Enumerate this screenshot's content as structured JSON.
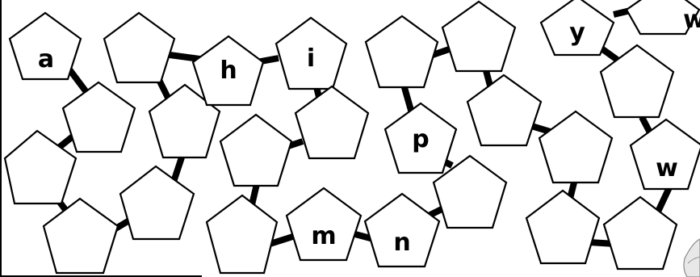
{
  "worksheet": {
    "letters": [
      "a",
      "h",
      "i",
      "p",
      "y",
      "w",
      "w",
      "m",
      "n"
    ]
  },
  "colors": {
    "outline": "#000000",
    "fill": "#ffffff"
  }
}
